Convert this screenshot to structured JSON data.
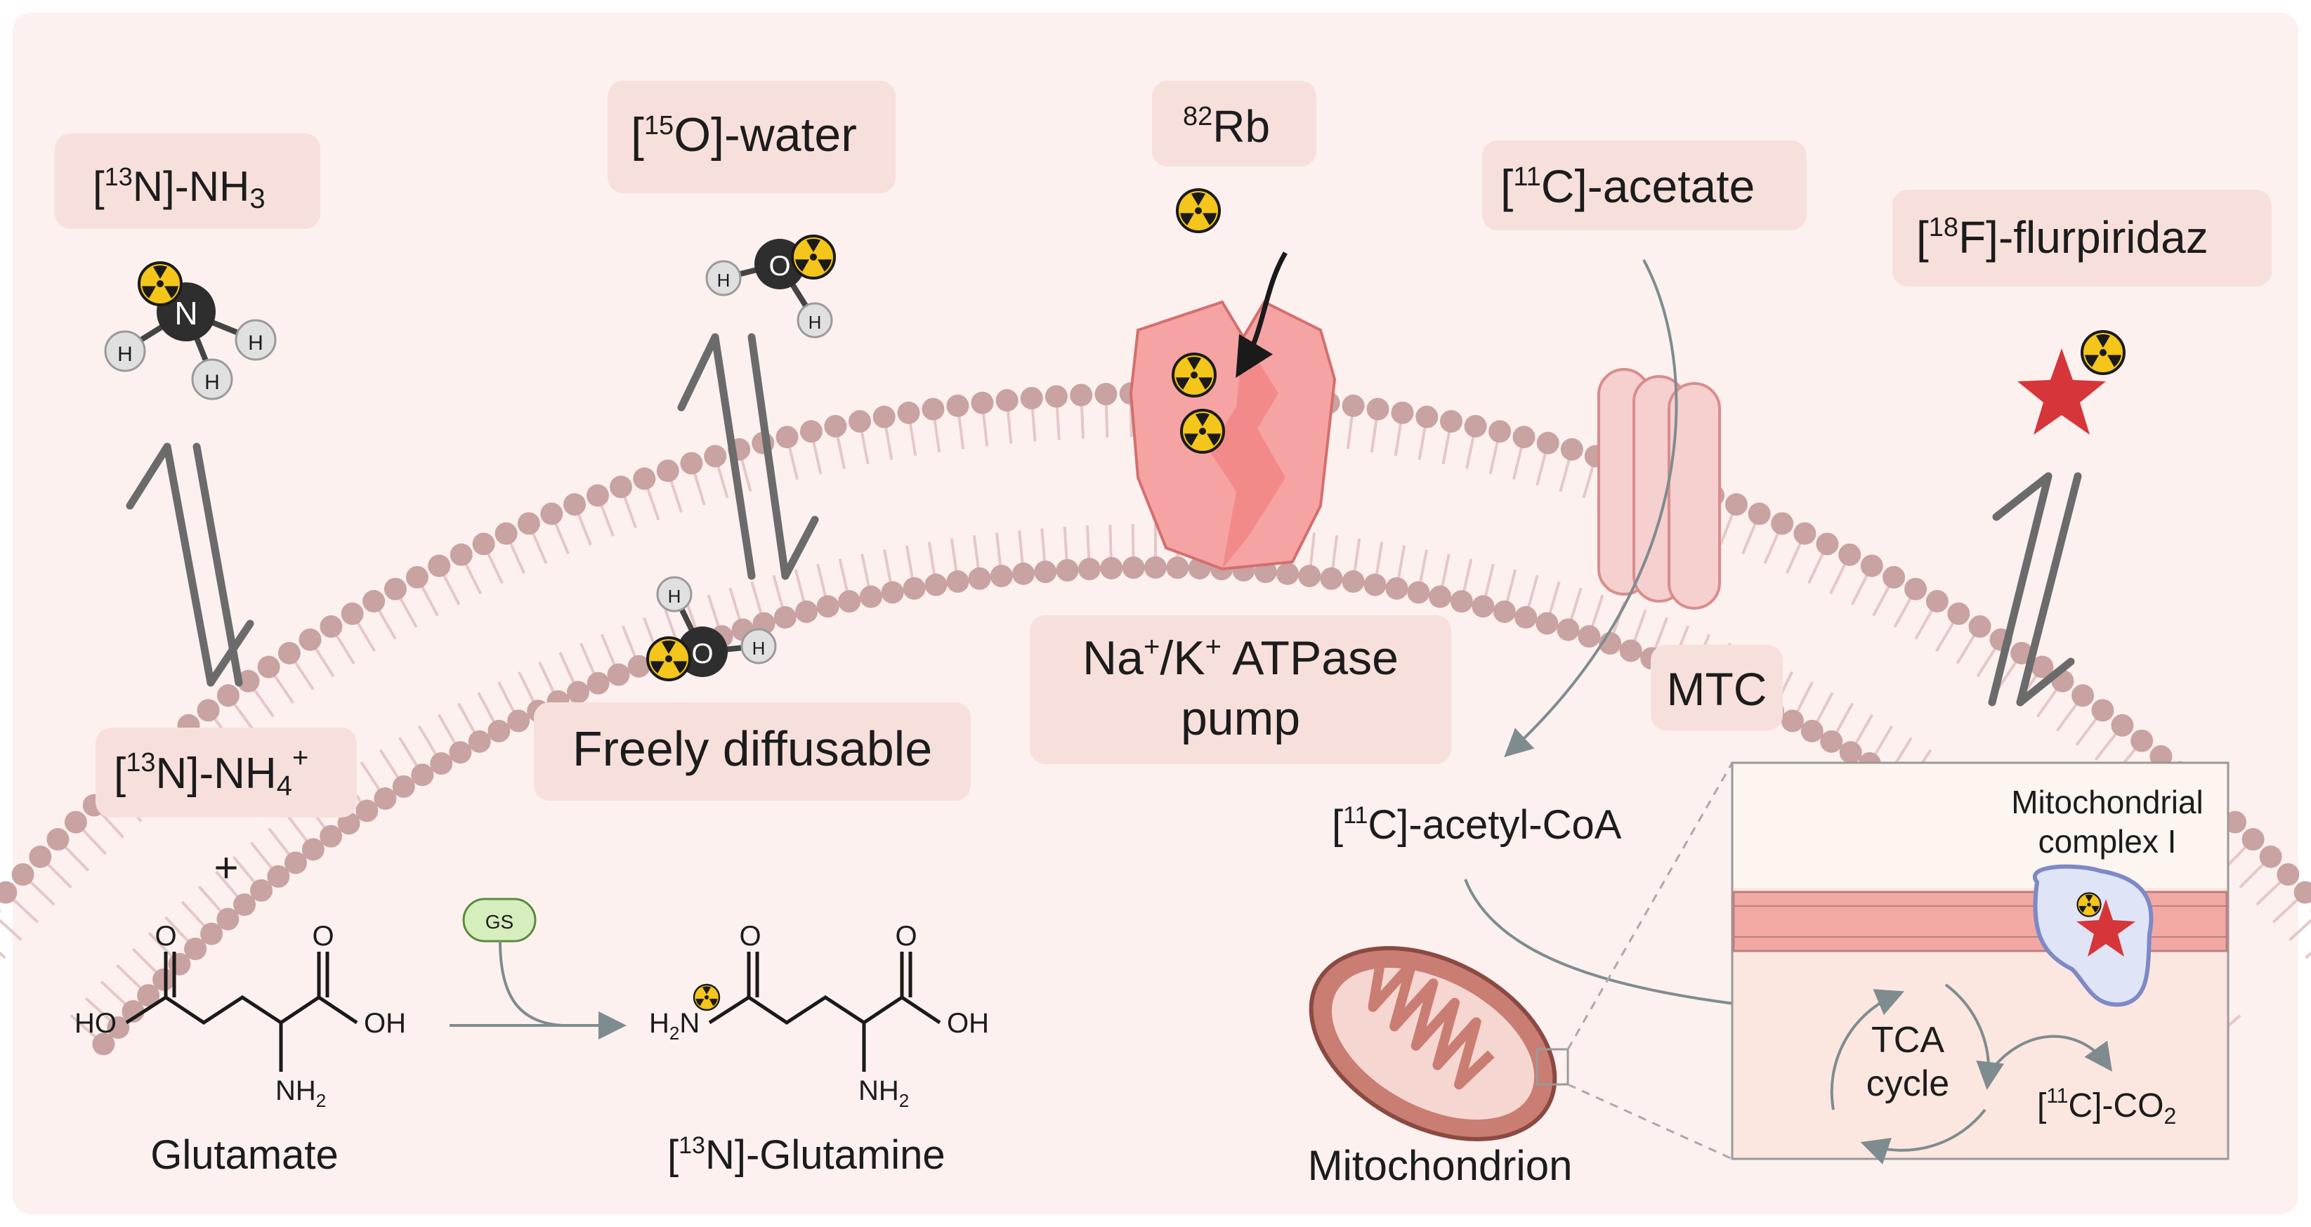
{
  "tracers": {
    "ammonia": {
      "open": "[",
      "mass": "13",
      "rest": "N]-NH",
      "sub": "3"
    },
    "water": {
      "open": "[",
      "mass": "15",
      "rest": "O]-water"
    },
    "rubidium": {
      "mass": "82",
      "rest": "Rb"
    },
    "acetate": {
      "open": "[",
      "mass": "11",
      "rest": "C]-acetate"
    },
    "flurpiridaz": {
      "open": "[",
      "mass": "18",
      "rest": "F]-flurpiridaz"
    }
  },
  "labels": {
    "ammonium": {
      "open": "[",
      "mass": "13",
      "rest": "N]-NH",
      "sub": "4",
      "sup": "+"
    },
    "plus": "+",
    "freely_diffusable": "Freely diffusable",
    "pump_line1": {
      "na": "Na",
      "na_sup": "+",
      "mid": "/K",
      "k_sup": "+",
      "rest": " ATPase"
    },
    "pump_line2": "pump",
    "mtc": "MTC",
    "acetyl_coa": {
      "open": "[",
      "mass": "11",
      "rest": "C]-acetyl-CoA"
    },
    "glutamate": "Glutamate",
    "glutamine": {
      "open": "[",
      "mass": "13",
      "rest": "N]-Glutamine"
    },
    "gs_enzyme": "GS",
    "mitochondrion": "Mitochondrion",
    "complex_line1": "Mitochondrial",
    "complex_line2": "complex I",
    "tca_line1": "TCA",
    "tca_line2": "cycle",
    "co2": {
      "open": "[",
      "mass": "11",
      "rest": "C]-CO",
      "sub": "2"
    }
  },
  "atoms": {
    "H": "H",
    "N": "N",
    "O": "O"
  },
  "chem": {
    "O": "O",
    "HO": "HO",
    "OH": "OH",
    "NH": "NH",
    "H": "H",
    "N": "N",
    "sub2": "2"
  },
  "colors": {
    "background": "#fcf1ef",
    "label_box": "#f7e0dc",
    "membrane_head": "#c9a2a2",
    "membrane_tail": "#e6c7c7",
    "pump": "#f6a3a3",
    "channel": "#f6cfcf",
    "star": "#d6353a",
    "radioactive": "#f4c51a",
    "mito": "#c97d73",
    "arrow_gray": "#7f8c8f"
  },
  "icons": [
    "radioactive-icon",
    "equilibrium-arrow-icon",
    "star-ligand-icon",
    "molecule-icon"
  ]
}
